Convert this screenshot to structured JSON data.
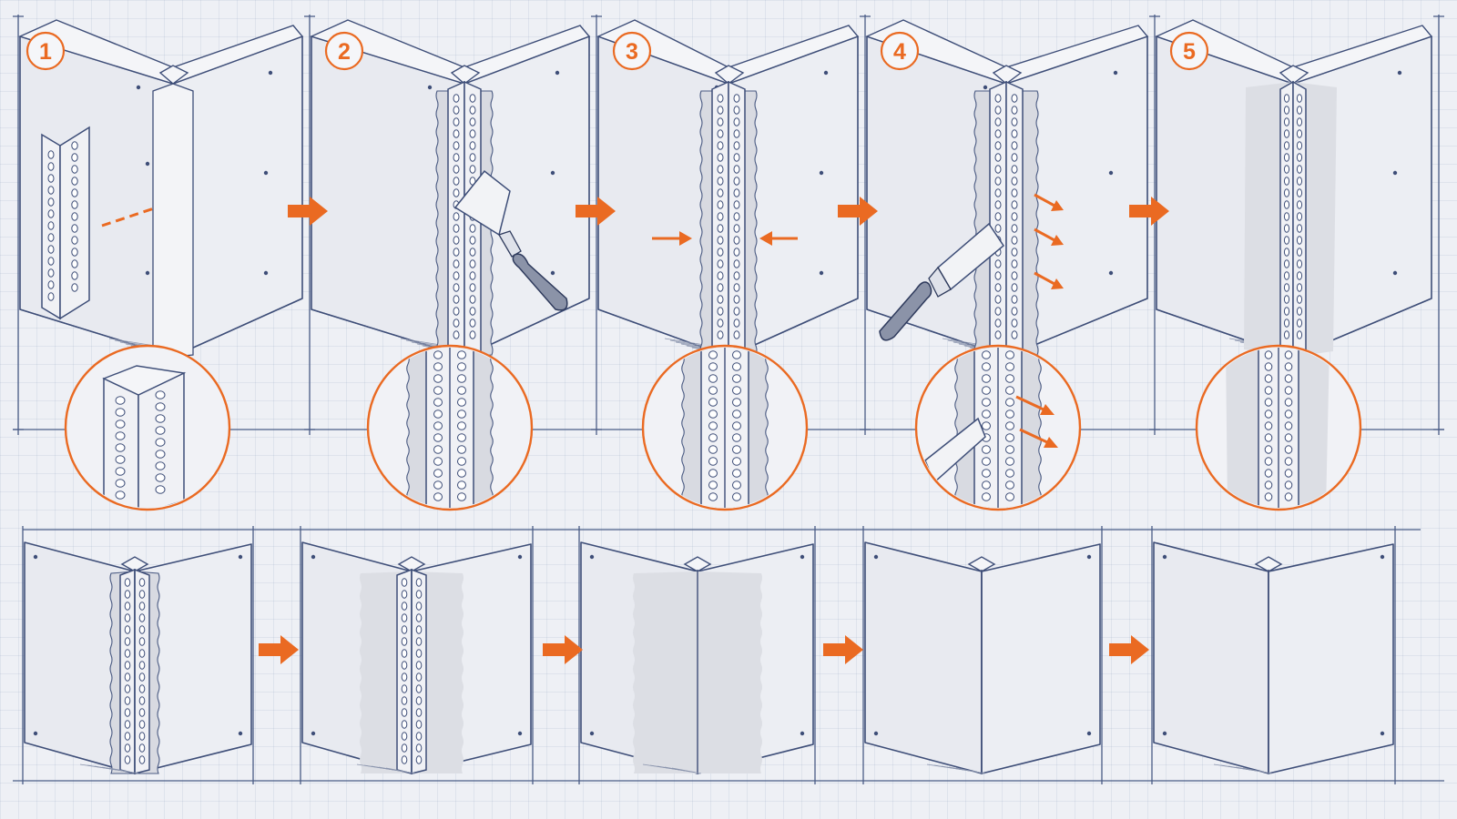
{
  "steps": [
    {
      "number": "1",
      "action": "attach-bead"
    },
    {
      "number": "2",
      "action": "apply-compound"
    },
    {
      "number": "3",
      "action": "compress-edges"
    },
    {
      "number": "4",
      "action": "skim-and-feather"
    },
    {
      "number": "5",
      "action": "final-smooth"
    }
  ],
  "finish_sequence": [
    "bead-exposed",
    "first-coat",
    "second-coat",
    "blended",
    "finished-corner"
  ],
  "colors": {
    "accent": "#ea6a22",
    "ink": "#3e4e78",
    "grid": "#d6dbe7",
    "paper": "#eef0f5",
    "compound": "#d8dae1"
  },
  "icons": {
    "step_arrow": "right-arrow-icon",
    "tool": "putty-knife-icon",
    "detail": "magnifier-callout"
  }
}
